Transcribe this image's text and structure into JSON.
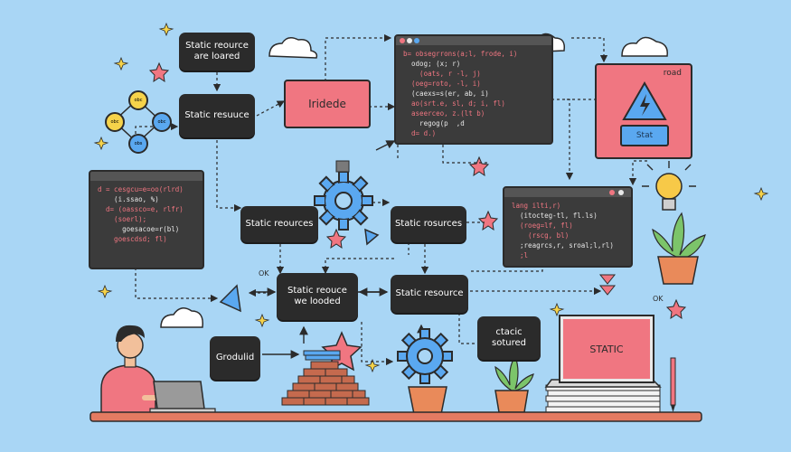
{
  "boxes": {
    "top_left": "Static reource\nare loared",
    "left_mid": "Static resuuce",
    "mid_left": "Static reources",
    "mid_right": "Static rosurces",
    "center": "Static reouce\nwe looded",
    "center_right": "Static resource",
    "bottom_left": "Grodulid",
    "bottom_mid": "ctacic\nsotured"
  },
  "pink_box_label": "Iridede",
  "road_card": {
    "title": "road",
    "button": "Stat"
  },
  "laptop_label": "STATIC",
  "graph_nodes": [
    "obc",
    "obc",
    "obc",
    "obs"
  ],
  "labels": {
    "ok_left": "OK",
    "ok_right": "OK"
  },
  "code_top": [
    "b= obsegrrons(a;l, frode, i)",
    "  odog; (x; r)",
    "    (oats, r -l, j)",
    "  (oeg=roto, -l, i)",
    "  (caexs=s(er, ab, i)",
    "  ao(srt.e, sl, d; i, fl)",
    "  aseerceo, z.(lt b)",
    "    regog(p  ,d",
    "  d= d.)"
  ],
  "code_left": [
    "d = cesgcu=e=oo(rlrd)",
    "    (i.ssao, %)",
    "  d= (oassco=e, rlfr)",
    "    (soerl);",
    "      goesacoe=r(bl)",
    "    goescdsd; fl)"
  ],
  "code_right": [
    "lang ilti,r)",
    "  (itocteg-tl, fl.ls)",
    "  (roeg=lf, fl)",
    "    (rscg, bl)",
    "  ;reagrcs,r, sroal;l,rl)",
    "  ;l"
  ],
  "colors": {
    "background": "#a9d6f5",
    "pink": "#f07681",
    "dark": "#2b2b2b",
    "blue": "#5aa8f0",
    "brown": "#c56a4e",
    "green": "#7cc46a"
  }
}
